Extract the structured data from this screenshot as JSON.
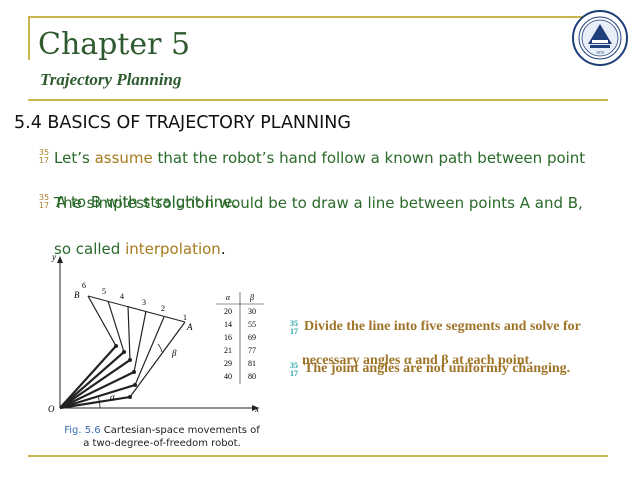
{
  "header": {
    "chapter": "Chapter 5",
    "subtitle": "Trajectory Planning"
  },
  "section_title": "5.4 BASICS OF TRAJECTORY PLANNING",
  "bullet_marker": {
    "top": "35",
    "bottom": "17"
  },
  "bullets": [
    {
      "part1": "Let’s ",
      "highlight": "assume",
      "part2": " that the robot’s hand follow a known path between point",
      "part3": "A to B with straight line."
    },
    {
      "part1": "The simplest solution would be to draw a line between points A and B,",
      "part2": "so called ",
      "highlight": "interpolation",
      "part3": "."
    }
  ],
  "right_bullets": [
    {
      "line1": "Divide the line into five segments and solve for",
      "line2": "necessary angles  α  and  β  at each point."
    },
    {
      "line1": "The joint angles are not uniformly changing."
    }
  ],
  "figure": {
    "axis_y": "y",
    "axis_x": "x",
    "origin": "O",
    "point_A": "A",
    "point_B": "B",
    "alpha": "α",
    "beta": "β",
    "point_numbers": [
      "6",
      "5",
      "4",
      "3",
      "2",
      "1"
    ],
    "table": {
      "headers": [
        "α",
        "β"
      ],
      "rows": [
        [
          "20",
          "30"
        ],
        [
          "14",
          "55"
        ],
        [
          "16",
          "69"
        ],
        [
          "21",
          "77"
        ],
        [
          "29",
          "81"
        ],
        [
          "40",
          "80"
        ]
      ]
    }
  },
  "caption": {
    "label": "Fig. 5.6",
    "text": " Cartesian-space movements of a two-degree-of-freedom robot."
  },
  "colors": {
    "accent": "#c9b54a",
    "title_green": "#2f5a2f",
    "bullet_green": "#2a6a2a",
    "highlight": "#a67a1c"
  }
}
